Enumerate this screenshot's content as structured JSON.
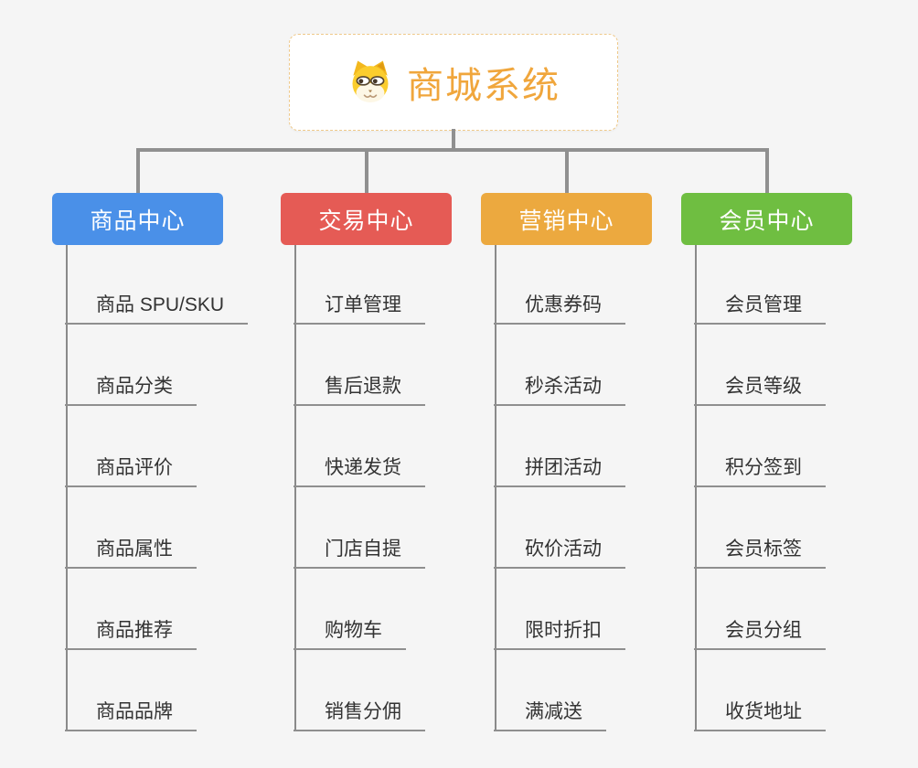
{
  "root": {
    "title": "商城系统",
    "icon": "dog-face-icon",
    "title_color": "#f0a63c",
    "border_color": "#efc98a"
  },
  "connector_color": "#909090",
  "branches": [
    {
      "label": "商品中心",
      "color": "#4a90e8",
      "items": [
        "商品 SPU/SKU",
        "商品分类",
        "商品评价",
        "商品属性",
        "商品推荐",
        "商品品牌"
      ]
    },
    {
      "label": "交易中心",
      "color": "#e55b55",
      "items": [
        "订单管理",
        "售后退款",
        "快递发货",
        "门店自提",
        "购物车",
        "销售分佣"
      ]
    },
    {
      "label": "营销中心",
      "color": "#eca93f",
      "items": [
        "优惠券码",
        "秒杀活动",
        "拼团活动",
        "砍价活动",
        "限时折扣",
        "满减送"
      ]
    },
    {
      "label": "会员中心",
      "color": "#6fbe41",
      "items": [
        "会员管理",
        "会员等级",
        "积分签到",
        "会员标签",
        "会员分组",
        "收货地址"
      ]
    }
  ]
}
